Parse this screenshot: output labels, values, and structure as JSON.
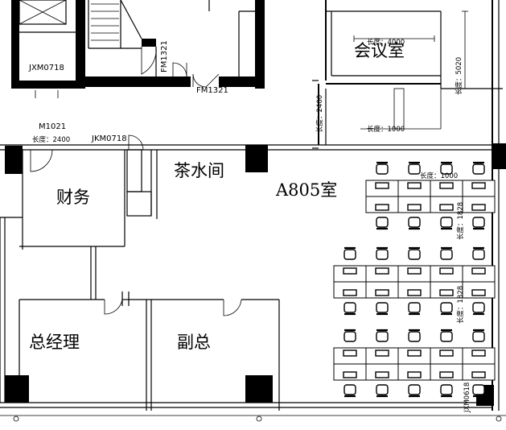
{
  "rooms": {
    "meeting": "会议室",
    "pantry": "茶水间",
    "office": "A805室",
    "finance": "财务",
    "gm": "总经理",
    "vice": "副总"
  },
  "tags": {
    "jxm_top": "JXM0718",
    "fm_vert": "FM1321",
    "fm_horiz": "FM1321",
    "m1021": "M1021",
    "len_2400_h": "长度：2400",
    "jkm": "JKM0718",
    "len_4000": "长度：4000",
    "len_5020": "长度：5020",
    "len_2400_v": "长度：2400",
    "len_1000_a": "长度：1000",
    "len_1000_b": "长度：1000",
    "len_1828_a": "长度：1828",
    "len_1828_b": "长度：1828",
    "jxm_bottom": "JXM0618"
  }
}
